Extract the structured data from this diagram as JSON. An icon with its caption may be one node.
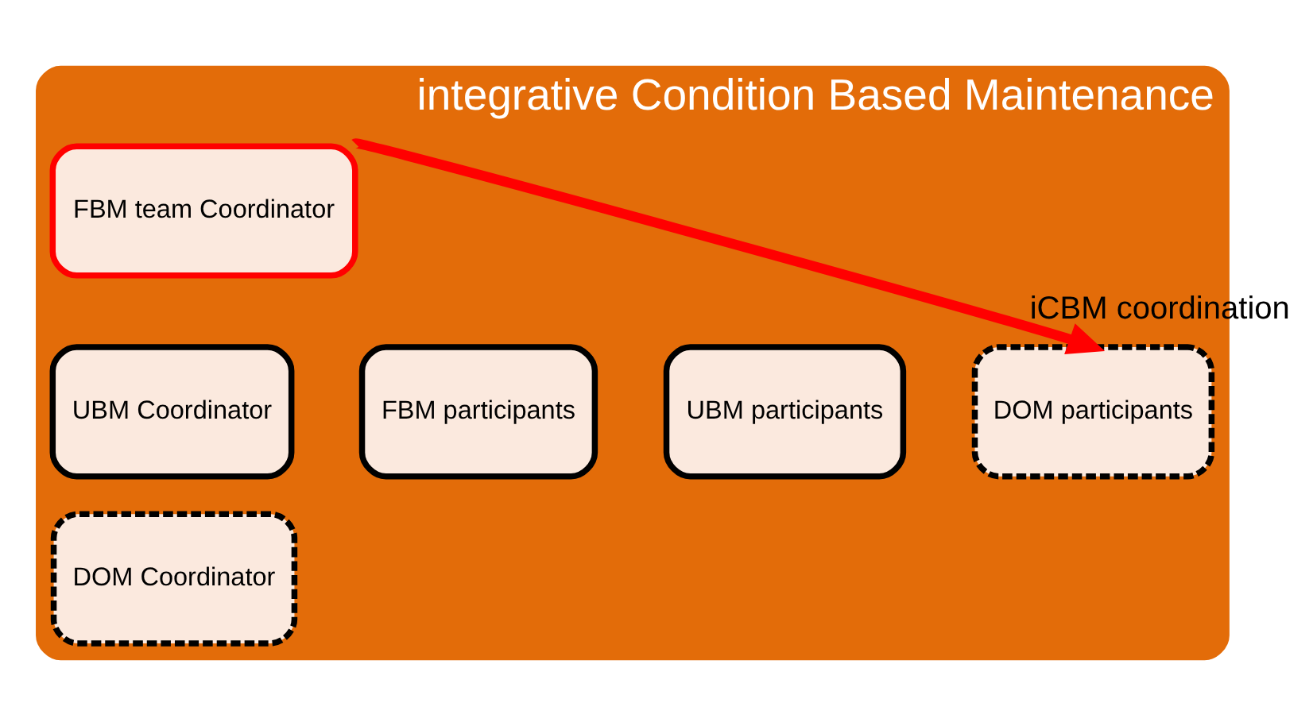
{
  "diagram": {
    "nodes": [
      {
        "text": [
          "integrative Condition Based Maintenance"
        ]
      },
      {
        "text": [
          "FBM team Coordinator"
        ],
        "in": 0
      },
      {
        "text": [
          "UBM Coordinator"
        ],
        "in": 0
      },
      {
        "text": [
          "DOM Coordinator"
        ],
        "in": 0
      },
      {
        "text": [
          "FBM participants"
        ],
        "in": 0
      },
      {
        "text": [
          "UBM participants"
        ],
        "in": 0
      },
      {
        "text": [
          "DOM participants"
        ],
        "in": 0
      }
    ],
    "edges": [
      {
        "from": 1,
        "to": 0,
        "arrow": "to",
        "label": "iCBM coordination",
        "color": "#ff0000"
      }
    ]
  }
}
